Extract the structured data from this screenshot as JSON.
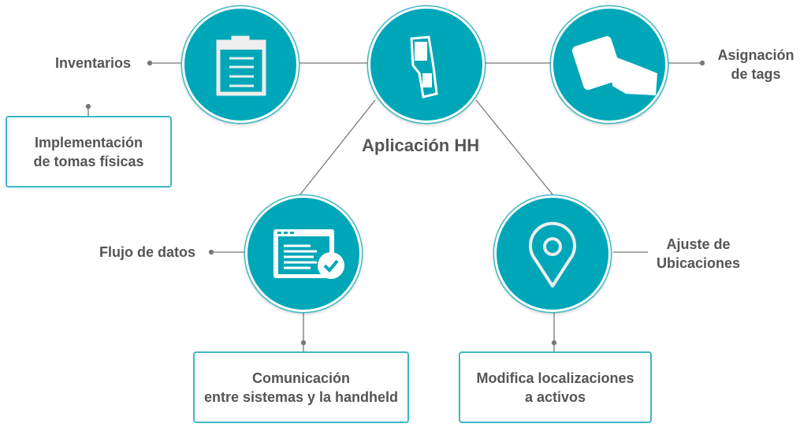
{
  "colors": {
    "accent": "#00a7b8",
    "line": "#777777",
    "text": "#555555"
  },
  "center": {
    "title": "Aplicación HH",
    "icon": "handheld-scanner-icon"
  },
  "nodes": {
    "inventarios": {
      "label": "Inventarios",
      "icon": "clipboard-icon",
      "box": [
        "Implementación",
        "de tomas físicas"
      ]
    },
    "tags": {
      "label": [
        "Asignación",
        "de tags"
      ],
      "icon": "hand-card-icon"
    },
    "flujo": {
      "label": "Flujo de datos",
      "icon": "window-check-icon",
      "box": [
        "Comunicación",
        "entre sistemas y la handheld"
      ]
    },
    "ubicaciones": {
      "label": [
        "Ajuste de",
        "Ubicaciones"
      ],
      "icon": "location-pin-icon",
      "box": [
        "Modifica localizaciones",
        "a activos"
      ]
    }
  }
}
